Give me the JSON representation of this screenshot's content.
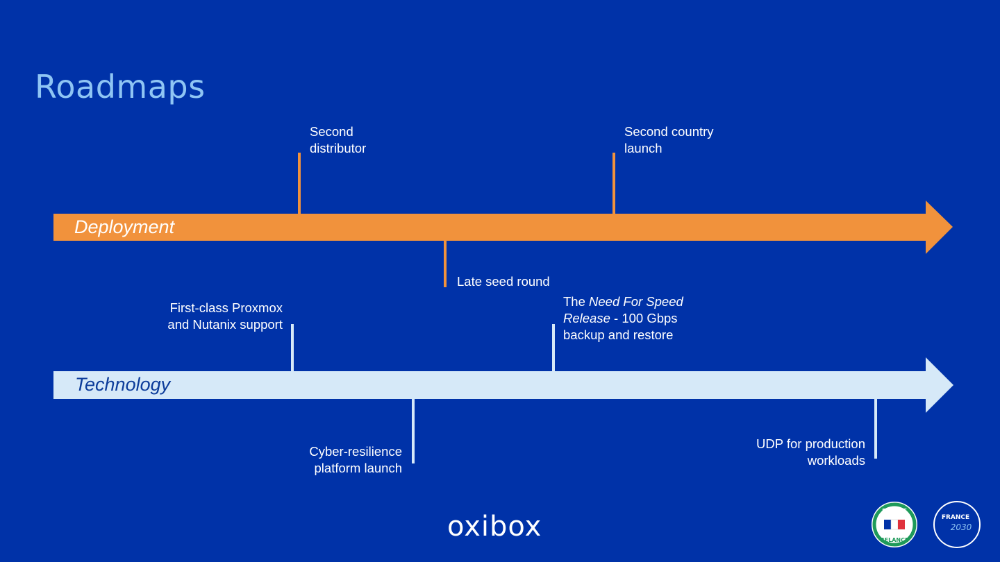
{
  "title": "Roadmaps",
  "lanes": {
    "deployment": {
      "label": "Deployment",
      "color": "#f1923c"
    },
    "technology": {
      "label": "Technology",
      "color": "#d6e9f8"
    }
  },
  "milestones": {
    "second_distributor": {
      "line1": "Second",
      "line2": "distributor"
    },
    "second_country": {
      "line1": "Second country",
      "line2": "launch"
    },
    "late_seed": {
      "text": "Late seed round"
    },
    "proxmox": {
      "line1": "First-class Proxmox",
      "line2": "and Nutanix support"
    },
    "need_for_speed": {
      "prefix": "The ",
      "em1": "Need For Speed",
      "em2": "Release",
      "suffix": " - 100 Gbps",
      "line3": "backup and restore"
    },
    "cyber": {
      "line1": "Cyber-resilience",
      "line2": "platform launch"
    },
    "udp": {
      "line1": "UDP for production",
      "line2": "workloads"
    }
  },
  "footer": {
    "logo": "oxibox",
    "badge_france_relance": {
      "top": "FRANCE",
      "bottom": "RELANCE"
    },
    "badge_france_2030": {
      "top": "FRANCE",
      "bottom": "2030"
    }
  },
  "colors": {
    "background": "#0032a8",
    "title": "#8fc5f4"
  }
}
